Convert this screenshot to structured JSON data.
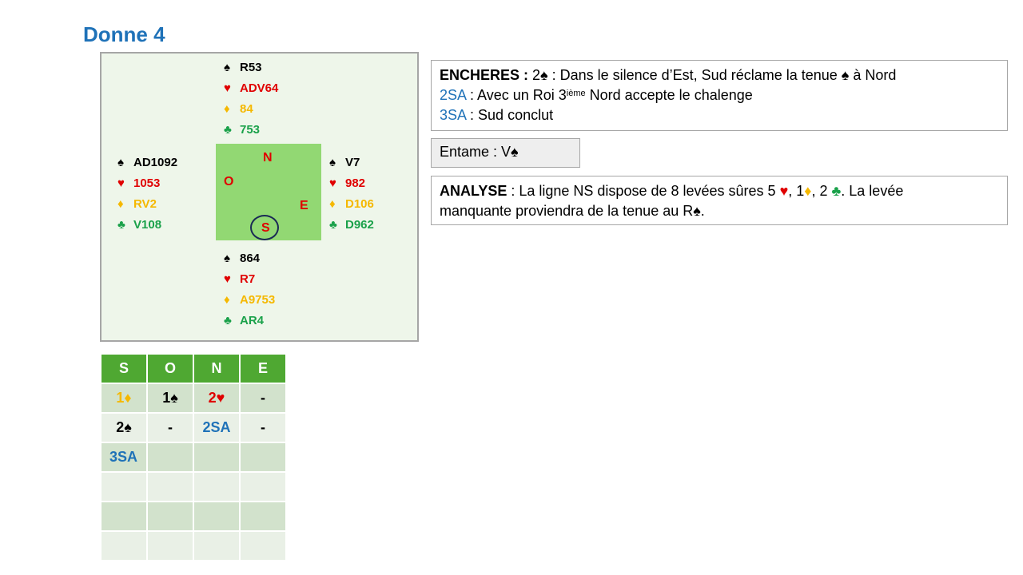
{
  "title": "Donne 4",
  "suits": {
    "spade": "♠",
    "heart": "♥",
    "diamond": "♦",
    "club": "♣"
  },
  "colors": {
    "spade": "#000000",
    "heart": "#e00000",
    "diamond": "#f5b800",
    "club": "#1aa14a",
    "title": "#1f72b8"
  },
  "hands": {
    "north": {
      "spades": "R53",
      "hearts": "ADV64",
      "diamonds": "84",
      "clubs": "753"
    },
    "west": {
      "spades": "AD1092",
      "hearts": "1053",
      "diamonds": "RV2",
      "clubs": "V108"
    },
    "east": {
      "spades": "V7",
      "hearts": "982",
      "diamonds": "D106",
      "clubs": "D962"
    },
    "south": {
      "spades": "864",
      "hearts": "R7",
      "diamonds": "A9753",
      "clubs": "AR4"
    }
  },
  "compass": {
    "n": "N",
    "o": "O",
    "e": "E",
    "s": "S"
  },
  "bidding_text": {
    "label": "ENCHERES :",
    "line1_pre": " 2",
    "line1_post": " : Dans le silence d’Est, Sud réclame la tenue ",
    "line1_end": " à Nord",
    "line2_bid": "2SA",
    "line2_pre": " : Avec un Roi 3",
    "line2_sup": "ième",
    "line2_post": " Nord accepte le chalenge",
    "line3_bid": "3SA",
    "line3_text": " : Sud conclut"
  },
  "lead": {
    "text": "Entame : V"
  },
  "analysis": {
    "label": "ANALYSE",
    "t1": " : La ligne NS dispose de 8 levées sûres 5 ",
    "t2": ", 1",
    "t3": ", 2 ",
    "t4": ". La levée",
    "t5": "manquante proviendra de la tenue au R",
    "t6": "."
  },
  "auction": {
    "headers": [
      "S",
      "O",
      "N",
      "E"
    ],
    "r1": [
      "1",
      "1",
      "2",
      "-"
    ],
    "r2": [
      "2",
      "-",
      "2SA",
      "-"
    ],
    "r3": [
      "3SA"
    ]
  }
}
